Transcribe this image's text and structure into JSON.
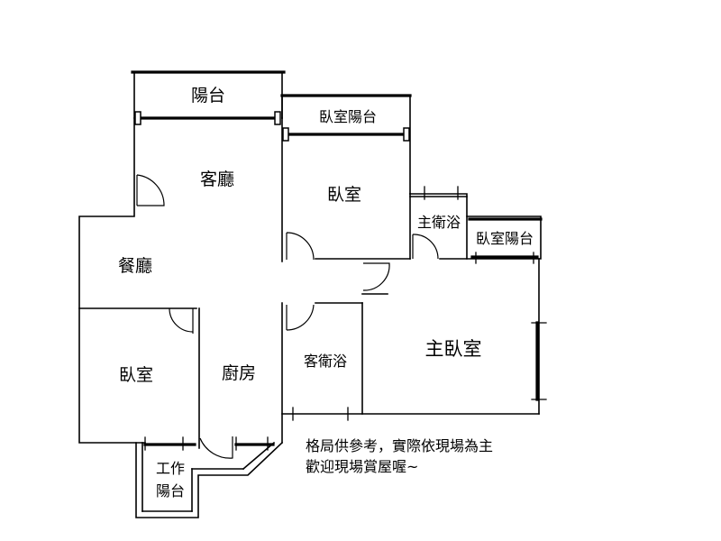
{
  "rooms": {
    "balcony_living": "陽台",
    "bedroom_balcony_top": "臥室陽台",
    "living_room": "客廳",
    "bedroom_middle": "臥室",
    "master_bath": "主衛浴",
    "bedroom_balcony_right": "臥室陽台",
    "dining_room": "餐廳",
    "bedroom_left": "臥室",
    "kitchen": "廚房",
    "guest_bath": "客衛浴",
    "master_bedroom": "主臥室",
    "utility_balcony_line1": "工作",
    "utility_balcony_line2": "陽台"
  },
  "note": {
    "line1": "格局供參考，實際依現場為主",
    "line2": "歡迎現場賞屋喔~"
  }
}
